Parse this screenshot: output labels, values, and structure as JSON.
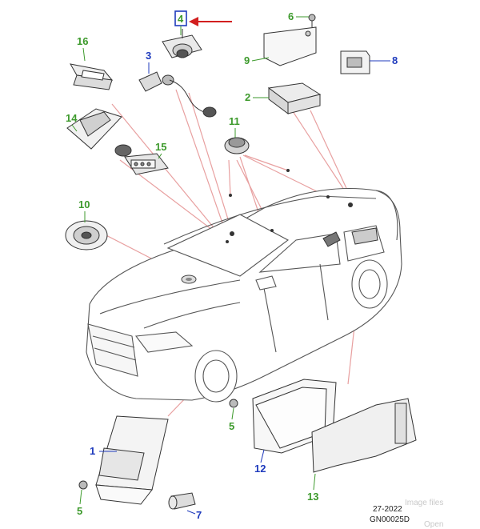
{
  "diagram": {
    "colors": {
      "leader": "#e8a0a0",
      "outline": "#333333",
      "green": "#3d9a2c",
      "blue": "#1f3bbd",
      "arrow": "#d21f1f"
    },
    "callouts": [
      {
        "id": "c1",
        "label": "1",
        "color": "blue"
      },
      {
        "id": "c2",
        "label": "2",
        "color": "green"
      },
      {
        "id": "c3",
        "label": "3",
        "color": "blue"
      },
      {
        "id": "c4",
        "label": "4",
        "color": "green"
      },
      {
        "id": "c5a",
        "label": "5",
        "color": "green"
      },
      {
        "id": "c5b",
        "label": "5",
        "color": "green"
      },
      {
        "id": "c6",
        "label": "6",
        "color": "green"
      },
      {
        "id": "c7",
        "label": "7",
        "color": "blue"
      },
      {
        "id": "c8",
        "label": "8",
        "color": "blue"
      },
      {
        "id": "c9",
        "label": "9",
        "color": "green"
      },
      {
        "id": "c10",
        "label": "10",
        "color": "green"
      },
      {
        "id": "c11",
        "label": "11",
        "color": "green"
      },
      {
        "id": "c12",
        "label": "12",
        "color": "blue"
      },
      {
        "id": "c13",
        "label": "13",
        "color": "green"
      },
      {
        "id": "c14",
        "label": "14",
        "color": "green"
      },
      {
        "id": "c15",
        "label": "15",
        "color": "green"
      },
      {
        "id": "c16",
        "label": "16",
        "color": "green"
      }
    ]
  },
  "footer": {
    "date": "27-2022",
    "code": "GN00025D"
  },
  "overlay": {
    "image_files": "Image files",
    "open": "Open"
  }
}
